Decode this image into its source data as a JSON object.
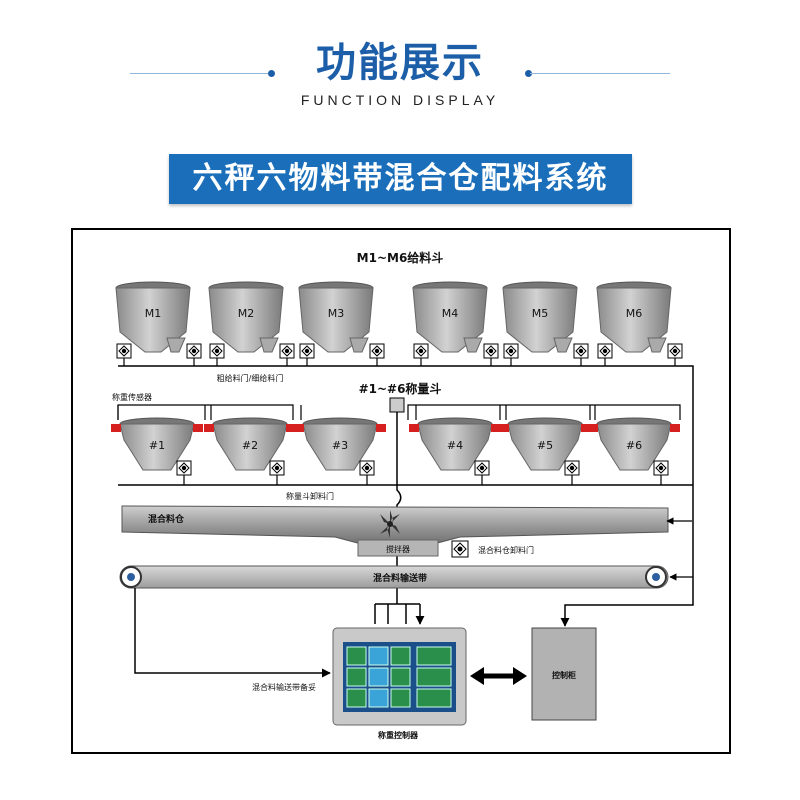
{
  "header": {
    "title_cn": "功能展示",
    "title_en": "FUNCTION DISPLAY",
    "banner": "六秤六物料带混合仓配料系统"
  },
  "diagram": {
    "feed_hoppers_title": "M1~M6给料斗",
    "feed_hoppers": [
      "M1",
      "M2",
      "M3",
      "M4",
      "M5",
      "M6"
    ],
    "feed_gate_label": "粗给料门/细给料门",
    "weigh_hoppers_title": "#1~#6称量斗",
    "weigh_hoppers": [
      "#1",
      "#2",
      "#3",
      "#4",
      "#5",
      "#6"
    ],
    "weigh_sensor_label": "称重传感器",
    "weigh_gate_label": "称量斗卸料门",
    "mixing_bin_label": "混合料仓",
    "agitator_label": "搅拌器",
    "mixing_gate_label": "混合料仓卸料门",
    "conveyor_label": "混合料输送带",
    "conveyor_ready_label": "混合料输送带备妥",
    "controller_label": "称重控制器",
    "cabinet_label": "控制柜"
  },
  "colors": {
    "accent_blue": "#1b6fba",
    "sensor_red": "#d62020",
    "hopper_gray": "#9a9a9a"
  }
}
